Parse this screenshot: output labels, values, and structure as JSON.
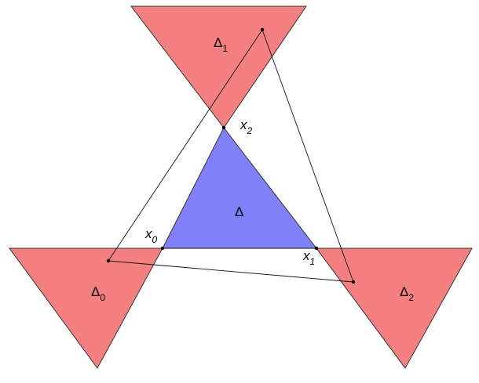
{
  "labels": {
    "delta": "Δ",
    "delta_0": {
      "main": "Δ",
      "sub": "0"
    },
    "delta_1": {
      "main": "Δ",
      "sub": "1"
    },
    "delta_2": {
      "main": "Δ",
      "sub": "2"
    },
    "x_0": {
      "main": "x",
      "sub": "0"
    },
    "x_1": {
      "main": "x",
      "sub": "1"
    },
    "x_2": {
      "main": "x",
      "sub": "2"
    }
  },
  "colors": {
    "outer_triangles": "#f58080",
    "central_triangle": "#8080f8",
    "edges": "#333333",
    "lines": "#111111"
  }
}
